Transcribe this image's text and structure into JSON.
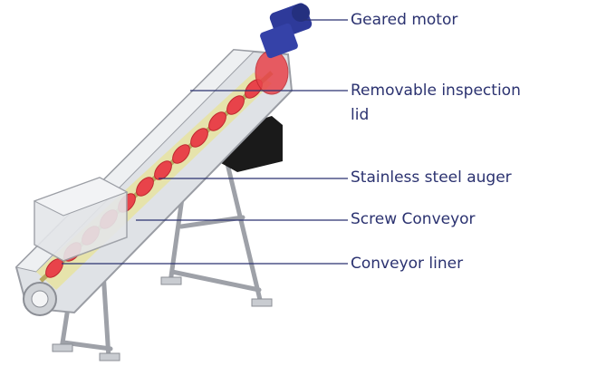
{
  "callouts": {
    "geared_motor": "Geared motor",
    "inspection_lid_line1": "Removable inspection",
    "inspection_lid_line2": "lid",
    "auger": "Stainless steel auger",
    "screw_conveyor": "Screw Conveyor",
    "conveyor_liner": "Conveyor liner"
  },
  "colors": {
    "label_text": "#2b3270",
    "leader_line": "#2b3270",
    "frame_steel": "#b9bcc2",
    "trough": "#d6d9dd",
    "liner": "#e7e3a4",
    "flights": "#e8434a",
    "motor": "#2e3a9a",
    "gearbox": "#1a1a1a"
  }
}
